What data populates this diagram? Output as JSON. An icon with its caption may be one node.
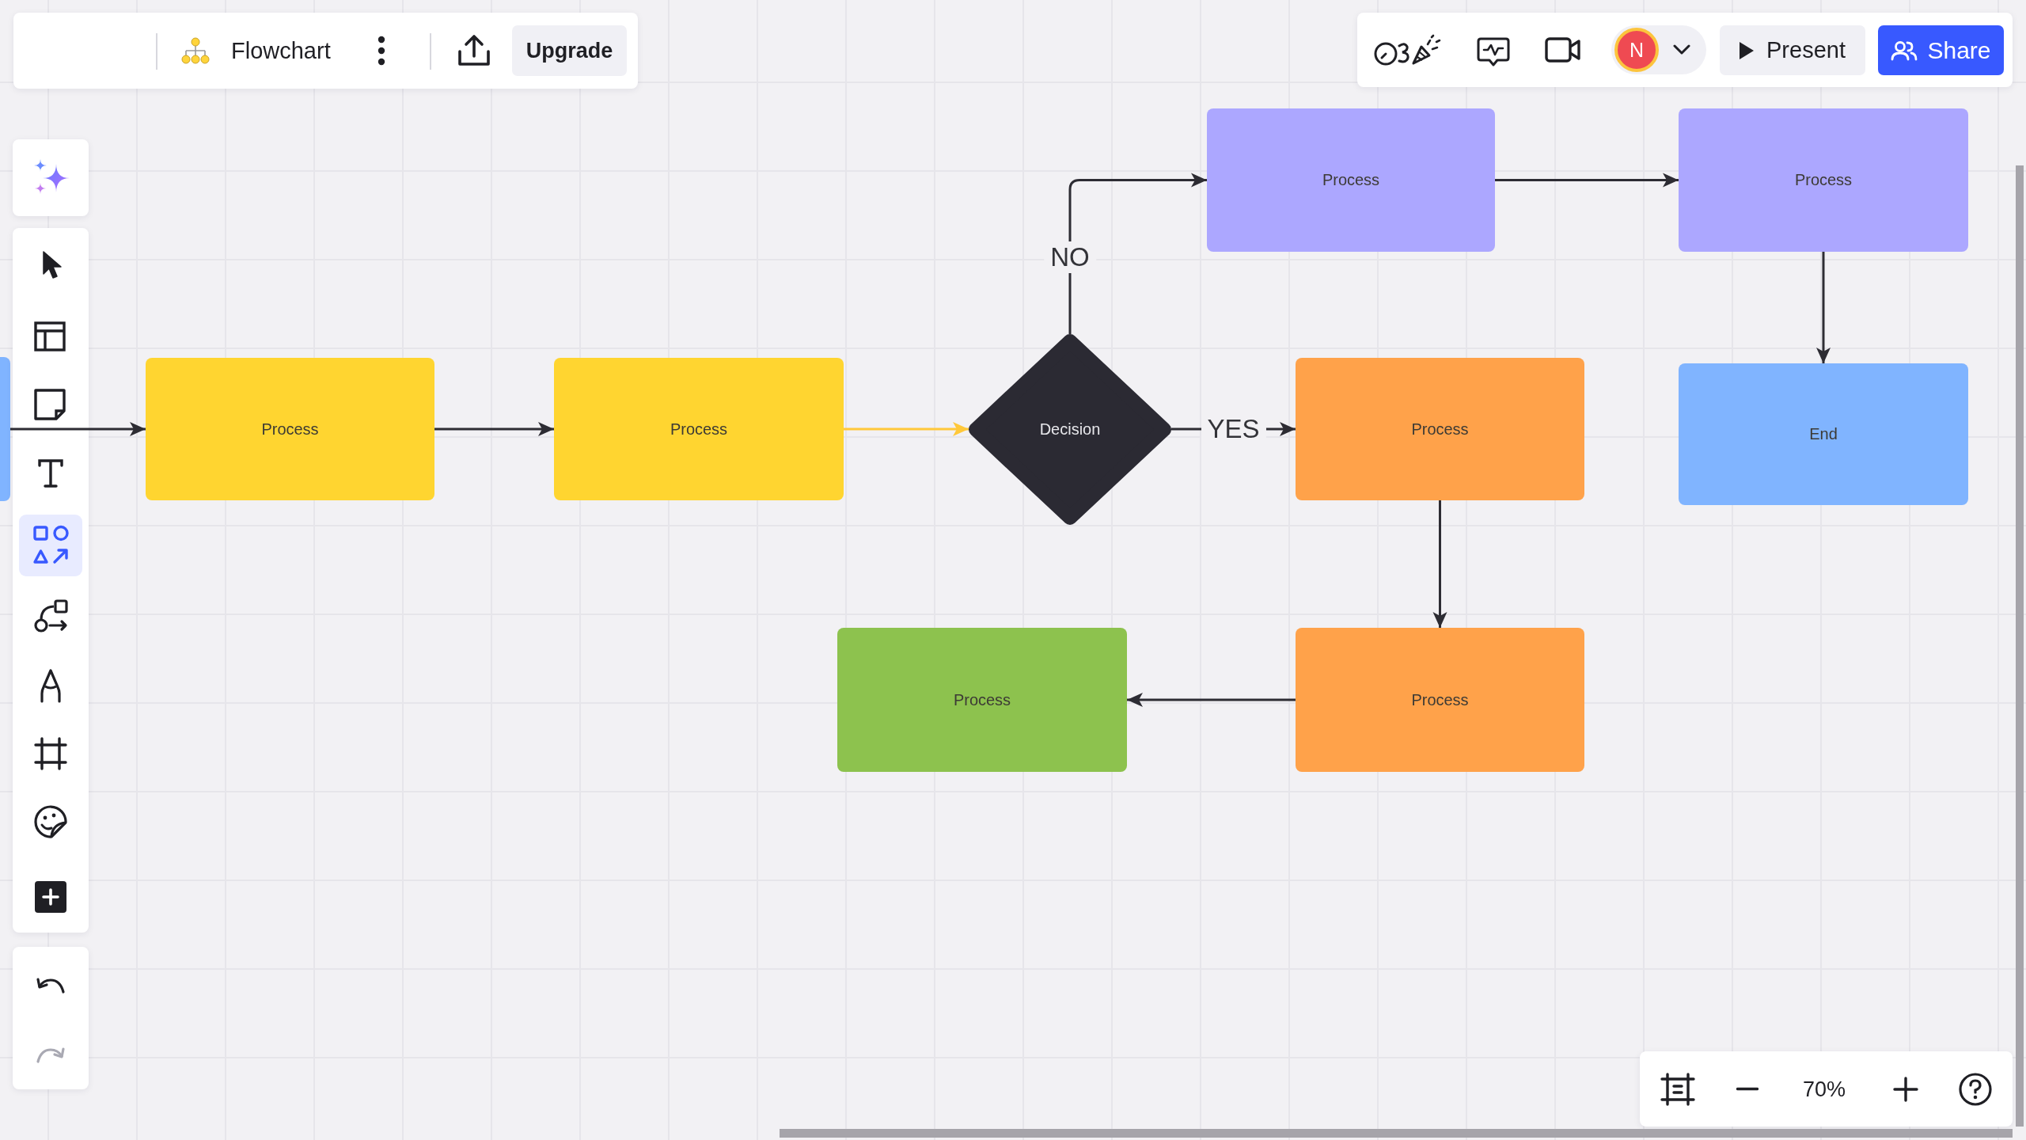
{
  "diagram": {
    "nodes": [
      {
        "text": [],
        "shape": "box"
      },
      {
        "text": [
          "Process"
        ]
      },
      {
        "text": [
          "Process"
        ]
      },
      {
        "text": [
          "Decision"
        ]
      },
      {
        "text": [
          "Process"
        ]
      },
      {
        "text": [
          "Process"
        ]
      },
      {
        "text": [
          "Process"
        ]
      },
      {
        "text": [
          "End"
        ]
      },
      {
        "text": [
          "Process"
        ]
      },
      {
        "text": [
          "Process"
        ]
      }
    ],
    "edges": [
      {
        "from": 0,
        "to": 1,
        "arrow": "to"
      },
      {
        "from": 1,
        "to": 2,
        "arrow": "to"
      },
      {
        "from": 2,
        "to": 3,
        "arrow": "to",
        "color": "#ffc83a"
      },
      {
        "from": 3,
        "to": 4,
        "arrow": "to",
        "label": "NO"
      },
      {
        "from": 3,
        "to": 6,
        "arrow": "to",
        "label": "YES"
      },
      {
        "from": 4,
        "to": 5,
        "arrow": "to"
      },
      {
        "from": 5,
        "to": 7,
        "arrow": "to"
      },
      {
        "from": 6,
        "to": 8,
        "arrow": "to"
      },
      {
        "from": 8,
        "to": 9,
        "arrow": "to"
      }
    ],
    "labels": [
      "Flowchart",
      "Upgrade",
      "N",
      "Present",
      "Share",
      "70%"
    ]
  }
}
